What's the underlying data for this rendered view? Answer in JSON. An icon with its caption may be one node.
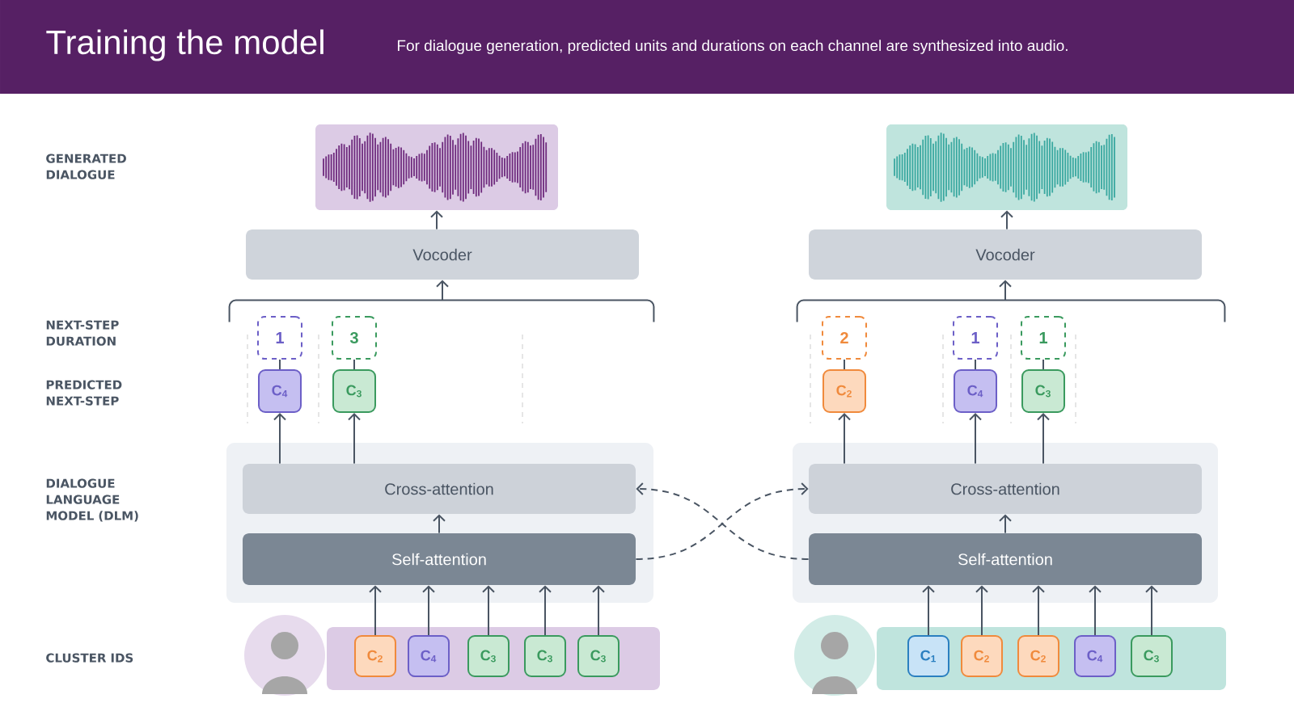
{
  "diagram": {
    "title": "Training the model",
    "caption": "For dialogue generation, predicted units and durations on each channel are synthesized into audio.",
    "nodes": [
      {
        "text": [],
        "shape": "picture"
      },
      {
        "text": [
          "Vocoder"
        ]
      },
      {
        "text": [
          "1"
        ]
      },
      {
        "text": [
          "3"
        ]
      },
      {
        "text": [
          "C$_{4}$"
        ]
      },
      {
        "text": [
          "C$_{3}$"
        ]
      },
      {
        "text": [],
        "shape": "box"
      },
      {
        "text": [
          "Cross-attention"
        ],
        "in": 6
      },
      {
        "text": [
          "Self-attention"
        ],
        "in": 6
      },
      {
        "text": [],
        "shape": "bar"
      },
      {
        "text": [
          "C$_{2}$"
        ],
        "in": 9
      },
      {
        "text": [
          "C$_{4}$"
        ],
        "in": 9
      },
      {
        "text": [
          "C$_{3}$"
        ],
        "in": 9
      },
      {
        "text": [
          "C$_{3}$"
        ],
        "in": 9
      },
      {
        "text": [
          "C$_{3}$"
        ],
        "in": 9
      },
      {
        "text": [],
        "shape": "picture"
      },
      {
        "text": [
          "Vocoder"
        ]
      },
      {
        "text": [
          "2"
        ]
      },
      {
        "text": [
          "1"
        ]
      },
      {
        "text": [
          "1"
        ]
      },
      {
        "text": [
          "C$_{2}$"
        ]
      },
      {
        "text": [
          "C$_{4}$"
        ]
      },
      {
        "text": [
          "C$_{3}$"
        ]
      },
      {
        "text": [],
        "shape": "box"
      },
      {
        "text": [
          "Cross-attention"
        ],
        "in": 23
      },
      {
        "text": [
          "Self-attention"
        ],
        "in": 23
      },
      {
        "text": [],
        "shape": "bar"
      },
      {
        "text": [
          "C$_{1}$"
        ],
        "in": 26
      },
      {
        "text": [
          "C$_{2}$"
        ],
        "in": 26
      },
      {
        "text": [
          "C$_{2}$"
        ],
        "in": 26
      },
      {
        "text": [
          "C$_{4}$"
        ],
        "in": 26
      },
      {
        "text": [
          "C$_{3}$"
        ],
        "in": 26
      },
      {
        "text": [],
        "shape": "bracket"
      },
      {
        "text": [],
        "shape": "bracket"
      }
    ],
    "edges": [
      {
        "from": 1,
        "to": 0,
        "arrow": "to"
      },
      {
        "from": 32,
        "to": 1,
        "arrow": "to"
      },
      {
        "from": 4,
        "to": 2,
        "arrow": "none"
      },
      {
        "from": 5,
        "to": 3,
        "arrow": "none"
      },
      {
        "from": 7,
        "to": 4,
        "arrow": "to"
      },
      {
        "from": 7,
        "to": 5,
        "arrow": "to"
      },
      {
        "from": 8,
        "to": 7,
        "arrow": "to"
      },
      {
        "from": 10,
        "to": 8,
        "arrow": "to"
      },
      {
        "from": 11,
        "to": 8,
        "arrow": "to"
      },
      {
        "from": 12,
        "to": 8,
        "arrow": "to"
      },
      {
        "from": 13,
        "to": 8,
        "arrow": "to"
      },
      {
        "from": 14,
        "to": 8,
        "arrow": "to"
      },
      {
        "from": 16,
        "to": 15,
        "arrow": "to"
      },
      {
        "from": 33,
        "to": 16,
        "arrow": "to"
      },
      {
        "from": 20,
        "to": 17,
        "arrow": "none"
      },
      {
        "from": 21,
        "to": 18,
        "arrow": "none"
      },
      {
        "from": 22,
        "to": 19,
        "arrow": "none"
      },
      {
        "from": 24,
        "to": 20,
        "arrow": "to"
      },
      {
        "from": 24,
        "to": 21,
        "arrow": "to"
      },
      {
        "from": 24,
        "to": 22,
        "arrow": "to"
      },
      {
        "from": 25,
        "to": 24,
        "arrow": "to"
      },
      {
        "from": 27,
        "to": 25,
        "arrow": "to"
      },
      {
        "from": 28,
        "to": 25,
        "arrow": "to"
      },
      {
        "from": 29,
        "to": 25,
        "arrow": "to"
      },
      {
        "from": 30,
        "to": 25,
        "arrow": "to"
      },
      {
        "from": 31,
        "to": 25,
        "arrow": "to"
      },
      {
        "from": 8,
        "to": 24,
        "arrow": "to",
        "style": "dashed"
      },
      {
        "from": 25,
        "to": 7,
        "arrow": "to",
        "style": "dashed"
      }
    ],
    "labels": [
      "GENERATED DIALOGUE",
      "NEXT-STEP DURATION",
      "PREDICTED NEXT-STEP",
      "DIALOGUE LANGUAGE MODEL (DLM)",
      "CLUSTER IDS"
    ]
  }
}
